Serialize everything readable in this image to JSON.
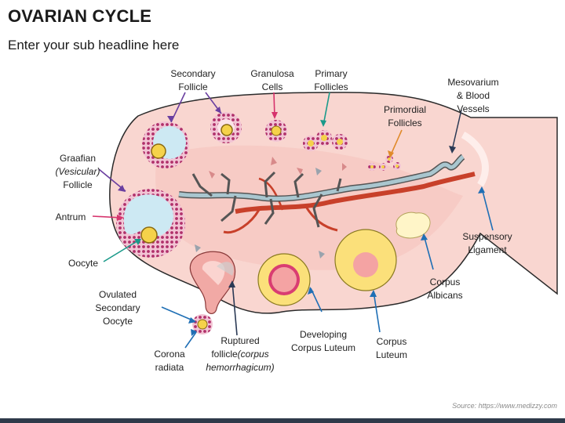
{
  "header": {
    "title": "OVARIAN CYCLE",
    "subtitle": "Enter your sub headline here"
  },
  "labels": {
    "secondary_follicle": [
      "Secondary",
      "Follicle"
    ],
    "granulosa_cells": [
      "Granulosa",
      "Cells"
    ],
    "primary_follicles": [
      "Primary",
      "Follicles"
    ],
    "primordial_follicles": [
      "Primordial",
      "Follicles"
    ],
    "mesovarium": [
      "Mesovarium",
      "& Blood",
      "Vessels"
    ],
    "graafian": [
      "Graafian",
      "(Vesicular)",
      "Follicle"
    ],
    "antrum": "Antrum",
    "oocyte": "Oocyte",
    "ovulated": [
      "Ovulated",
      "Secondary",
      "Oocyte"
    ],
    "corona": [
      "Corona",
      "radiata"
    ],
    "ruptured": [
      "Ruptured",
      "follicle",
      "(corpus",
      "hemorrhagicum)"
    ],
    "developing": [
      "Developing",
      "Corpus Luteum"
    ],
    "corpus_luteum": [
      "Corpus",
      "Luteum"
    ],
    "albicans": [
      "Corpus",
      "Albicans"
    ],
    "suspensory": [
      "Suspensory",
      "Ligament"
    ]
  },
  "colors": {
    "ovary_fill": "#f9d6d0",
    "ovary_stroke": "#2a2a2a",
    "follicle_cells": "#b0306a",
    "antrum_fill": "#cde9f3",
    "oocyte_fill": "#f5d24a",
    "artery": "#c8402a",
    "vein": "#555555",
    "luteum_yellow": "#fbe07a",
    "albicans_fill": "#fff5c8",
    "arrow_pink": "#d6336c",
    "arrow_teal": "#1a9a8a",
    "arrow_blue": "#1f6fb5",
    "arrow_purple": "#6a3fa0",
    "arrow_dark": "#2b3a55"
  },
  "source": "Source: https://www.medizzy.com"
}
